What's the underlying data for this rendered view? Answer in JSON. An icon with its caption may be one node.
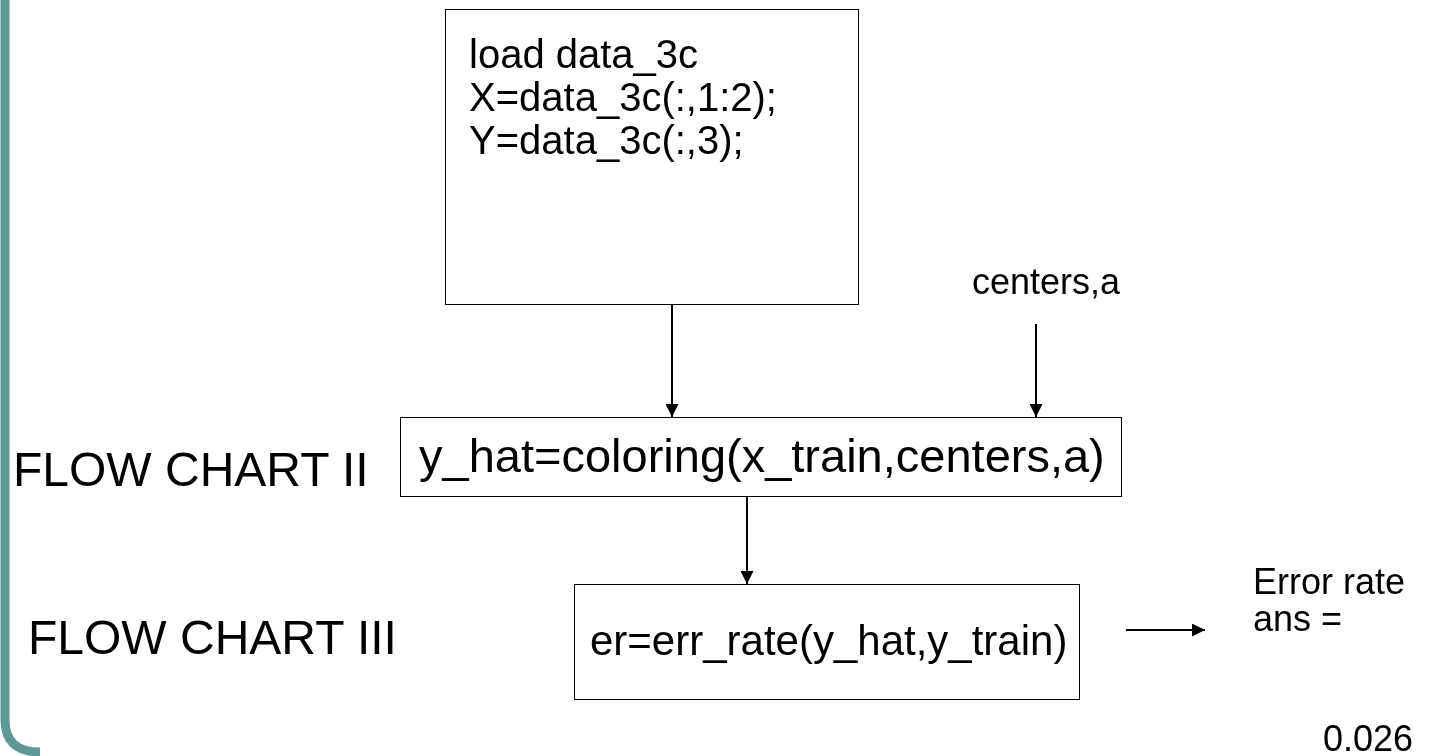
{
  "diagram": {
    "nodes": [
      {
        "text": [
          "load data_3c",
          "X=data_3c(:,1:2);",
          "Y=data_3c(:,3);"
        ]
      },
      {
        "text": [
          "centers,a"
        ]
      },
      {
        "text": [
          "y_hat=coloring(x_train,centers,a)"
        ]
      },
      {
        "text": [
          "er=err_rate(y_hat,y_train)"
        ]
      },
      {
        "text": [
          "Error rate",
          "ans =",
          "0.026"
        ]
      }
    ],
    "edges": [
      {
        "from": 0,
        "to": 2,
        "arrow": "to"
      },
      {
        "from": 1,
        "to": 2,
        "arrow": "to"
      },
      {
        "from": 2,
        "to": 3,
        "arrow": "to"
      },
      {
        "from": 3,
        "to": 4,
        "arrow": "to"
      }
    ],
    "labels": [
      "FLOW CHART II",
      "FLOW CHART III"
    ]
  }
}
